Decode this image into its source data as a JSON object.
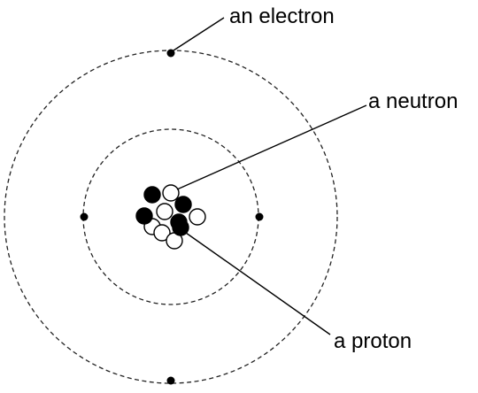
{
  "labels": {
    "electron": "an electron",
    "neutron": "a neutron",
    "proton": "a proton"
  },
  "atom": {
    "orbits": 2,
    "electrons": 4,
    "protons": 5,
    "neutrons": 6
  },
  "colors": {
    "line": "#000000",
    "proton": "#000000",
    "neutron": "#ffffff"
  }
}
